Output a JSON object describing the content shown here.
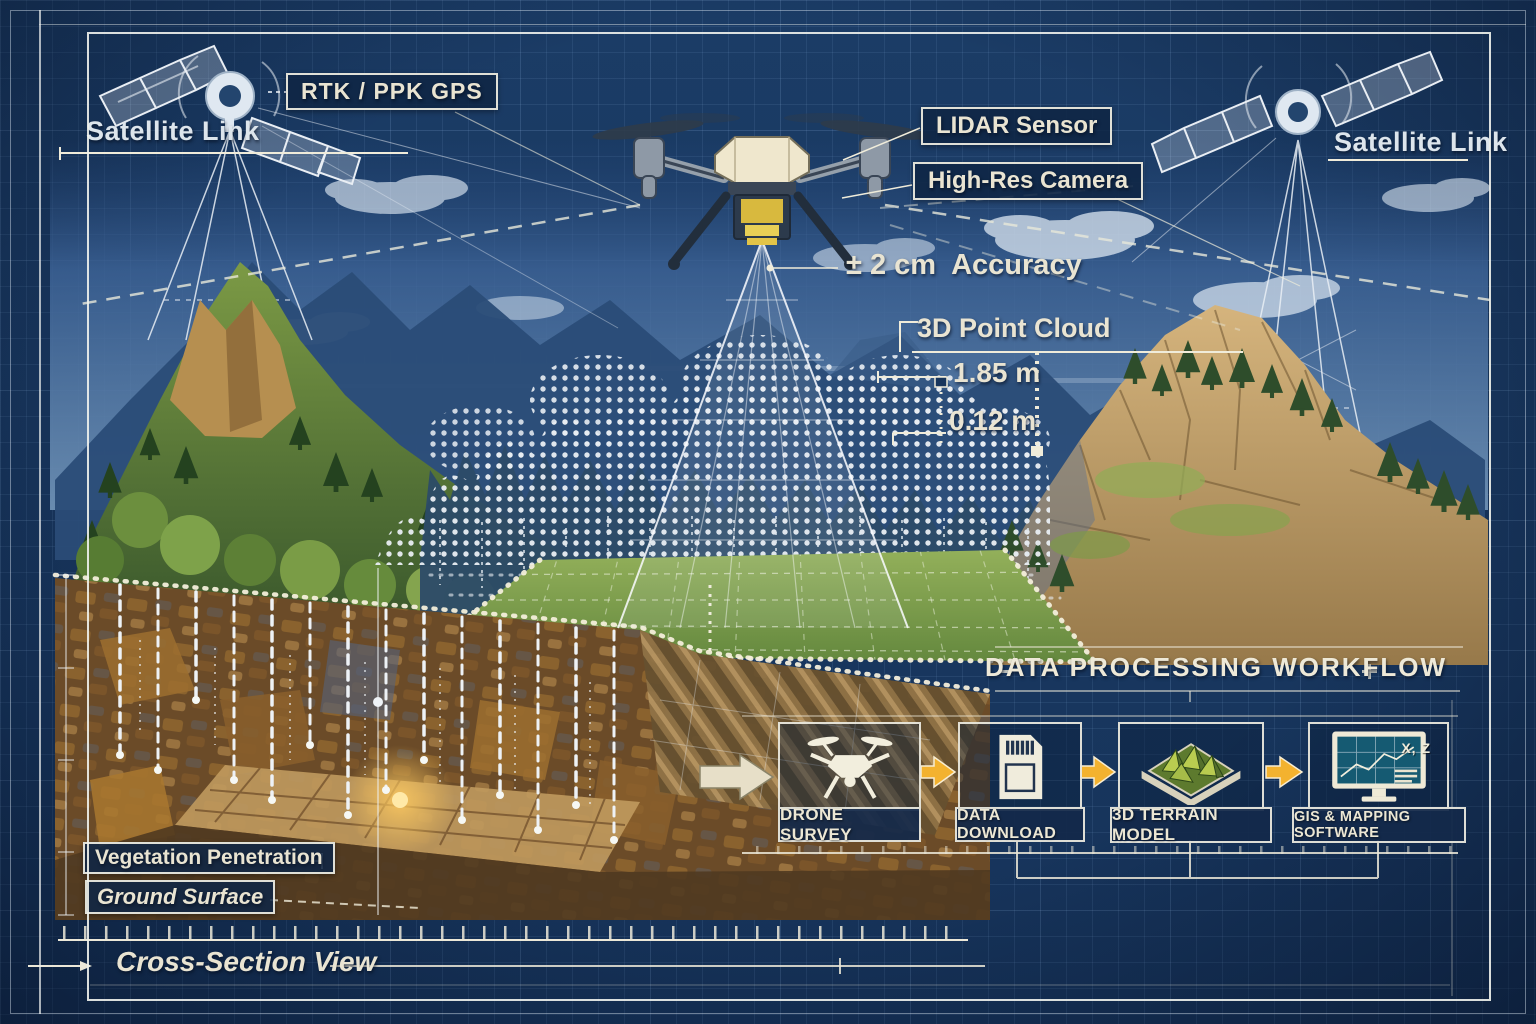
{
  "title": "Drone LiDAR Surveying Blueprint",
  "colors": {
    "blueprint_bg": "#16335a",
    "grid_line": "#2e5380",
    "ink_cream": "#efe9d8",
    "accent_yellow": "#f3b22f",
    "terrain_green": "#7a9a4e",
    "rock_tan": "#c9aa72",
    "soil_brown": "#6b4b28",
    "sky_blue": "#4d729f"
  },
  "annotations": {
    "satellite_link_left": "Satellite Link",
    "rtk_ppk_gps": "RTK / PPK GPS",
    "lidar_sensor": "LIDAR Sensor",
    "high_res_camera": "High-Res Camera",
    "accuracy": "± 2 cm  Accuracy",
    "point_cloud": "3D Point Cloud",
    "canopy_height": "1.85 m",
    "ground_offset": "0.12 m",
    "satellite_link_right": "Satellite Link",
    "vegetation_penetration": "Vegetation Penetration",
    "ground_surface": "Ground Surface",
    "cross_section_view": "Cross-Section View"
  },
  "workflow": {
    "title": "DATA PROCESSING WORKFLOW",
    "steps": [
      {
        "label": "DRONE SURVEY",
        "icon": "drone-icon"
      },
      {
        "label": "DATA DOWNLOAD",
        "icon": "sd-card-icon"
      },
      {
        "label": "3D TERRAIN MODEL",
        "icon": "terrain-model-icon"
      },
      {
        "label": "GIS & MAPPING SOFTWARE",
        "icon": "gis-software-icon"
      }
    ],
    "gis_screen_text": "X, Z"
  }
}
